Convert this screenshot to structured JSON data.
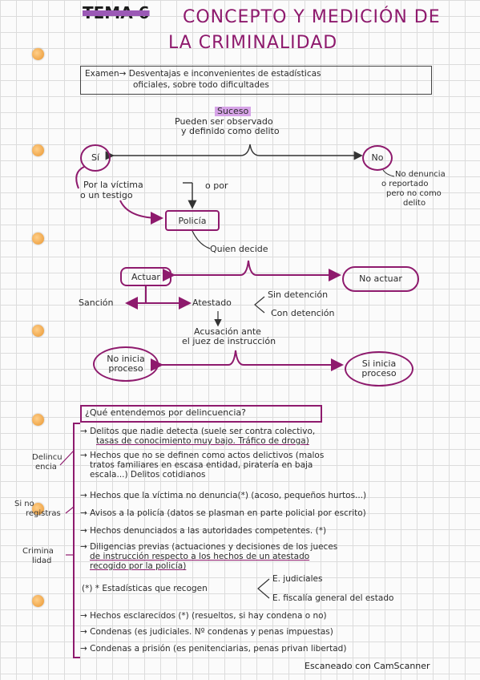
{
  "title": {
    "tema": "TEMA 6",
    "line1": "CONCEPTO Y MEDICIÓN DE",
    "line2": "LA CRIMINALIDAD"
  },
  "exam_box": {
    "line1": "Examen→ Desventajas e inconvenientes de estadísticas",
    "line2": "oficiales, sobre todo dificultades"
  },
  "flow": {
    "suceso": "Suceso",
    "suceso_desc1": "Pueden ser observado",
    "suceso_desc2": "y definido como delito",
    "si": "Sí",
    "no": "No",
    "no_note1": "No denuncia",
    "no_note2": "o reportado",
    "no_note3": "pero no como",
    "no_note4": "delito",
    "victima1": "Por la víctima",
    "victima2": "o un testigo",
    "o_por": "o por",
    "policia": "Policía",
    "quien_decide": "Quien decide",
    "actuar": "Actuar",
    "no_actuar": "No actuar",
    "sancion": "Sanción",
    "atestado": "Atestado",
    "sin_detencion": "Sin detención",
    "con_detencion": "Con detención",
    "acusacion1": "Acusación ante",
    "acusacion2": "el juez de instrucción",
    "no_inicia1": "No inicia",
    "no_inicia2": "proceso",
    "si_inicia1": "Si inicia",
    "si_inicia2": "proceso"
  },
  "question": "¿Qué entendemos por delincuencia?",
  "side_labels": {
    "delincuencia1": "Delincu",
    "delincuencia2": "encia",
    "si_no1": "Si no",
    "si_no2": "registras",
    "criminalidad1": "Crimina",
    "criminalidad2": "lidad"
  },
  "items": {
    "i1a": "→ Delitos que nadie detecta (suele ser contra colectivo,",
    "i1b": "tasas de conocimiento muy bajo. Tráfico de droga)",
    "i2a": "→ Hechos que no se definen como actos delictivos (malos",
    "i2b": "tratos familiares en escasa entidad, piratería en baja",
    "i2c": "escala...) Delitos cotidianos",
    "i3": "→ Hechos que la víctima no denuncia(*) (acoso, pequeños hurtos...)",
    "i4": "→ Avisos a la policía (datos se plasman en parte policial por escrito)",
    "i5": "→ Hechos denunciados a las autoridades competentes. (*)",
    "i6a": "→ Diligencias previas (actuaciones y decisiones de los jueces",
    "i6b": "de instrucción respecto a los hechos de un atestado",
    "i6c": "recogido por la policía)",
    "estad": "(*) * Estadísticas que recogen",
    "ej": "E. judiciales",
    "ef": "E. fiscalía general del estado",
    "i7": "→ Hechos esclarecidos (*) (resueltos, si hay condena o no)",
    "i8": "→ Condenas (es judiciales. Nº condenas y penas impuestas)",
    "i9": "→ Condenas a prisión (es penitenciarias, penas privan libertad)"
  },
  "footer": "Escaneado con CamScanner"
}
